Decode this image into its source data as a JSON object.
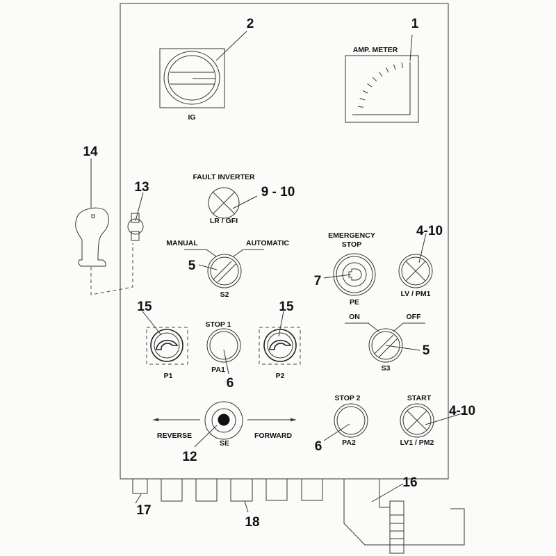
{
  "components": {
    "amp_meter": {
      "label": "AMP. METER",
      "callout": "1"
    },
    "ignition": {
      "label": "IG",
      "callout": "2"
    },
    "fault_inverter": {
      "title": "FAULT INVERTER",
      "label": "LR / GFI",
      "callout": "9 - 10"
    },
    "selector_s2": {
      "left": "MANUAL",
      "right": "AUTOMATIC",
      "label": "S2",
      "callout": "5"
    },
    "emergency_stop": {
      "title_line1": "EMERGENCY",
      "title_line2": "STOP",
      "label": "PE",
      "callout": "7"
    },
    "lamp_lv_pm1": {
      "label": "LV / PM1",
      "callout": "4-10"
    },
    "gauge_p1": {
      "label": "P1",
      "callout": "15"
    },
    "stop1": {
      "title": "STOP 1",
      "label": "PA1",
      "callout": "6"
    },
    "gauge_p2": {
      "label": "P2",
      "callout": "15"
    },
    "selector_s3": {
      "left": "ON",
      "right": "OFF",
      "label": "S3",
      "callout": "5"
    },
    "joystick_se": {
      "left": "REVERSE",
      "right": "FORWARD",
      "label": "SE",
      "callout": "12"
    },
    "stop2": {
      "title": "STOP 2",
      "label": "PA2",
      "callout": "6"
    },
    "start": {
      "title": "START",
      "label": "LV1 / PM2",
      "callout": "4-10"
    },
    "key": {
      "callout": "14"
    },
    "key_switch": {
      "callout": "13"
    },
    "connector": {
      "callout": "16"
    },
    "small_gland": {
      "callout": "17"
    },
    "glands": {
      "callout": "18"
    }
  }
}
